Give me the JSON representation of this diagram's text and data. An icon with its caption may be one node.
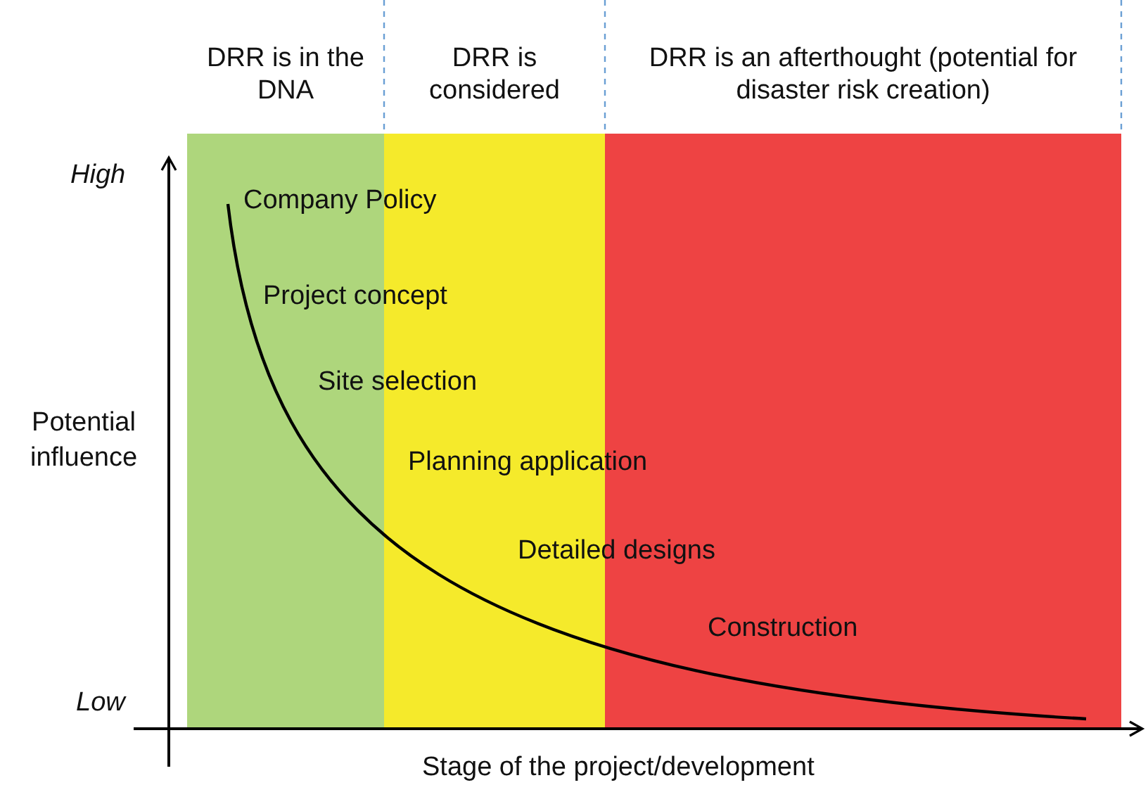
{
  "diagram": {
    "nodes": [
      {
        "text": [
          "DRR is in the DNA"
        ]
      },
      {
        "text": [
          "DRR is considered"
        ]
      },
      {
        "text": [
          "DRR is an afterthought (potential for disaster risk creation)"
        ]
      }
    ],
    "edges": [],
    "labels": [
      "High",
      "Company Policy",
      "Project concept",
      "Site selection",
      "Potential influence",
      "Planning application",
      "Detailed designs",
      "Construction",
      "Low",
      "Stage of the project/development"
    ]
  }
}
